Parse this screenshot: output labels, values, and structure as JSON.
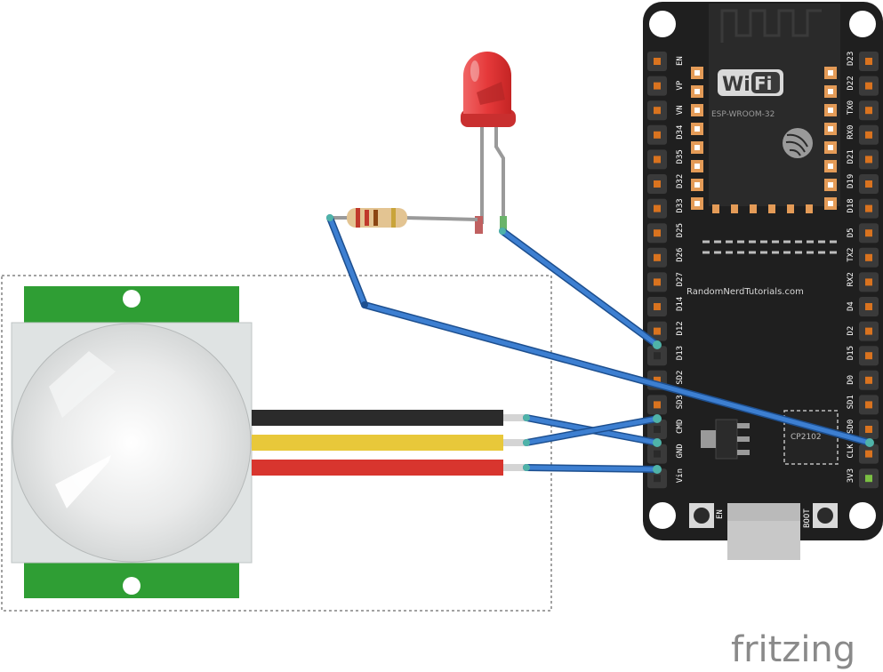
{
  "board": {
    "module_label": "ESP-WROOM-32",
    "wifi_text": "Wi",
    "wifi_text_fi": "Fi",
    "website": "RandomNerdTutorials.com",
    "chip_label": "CP2102",
    "button_en_label": "EN",
    "button_boot_label": "BOOT",
    "left_pins": [
      "EN",
      "VP",
      "VN",
      "D34",
      "D35",
      "D32",
      "D33",
      "D25",
      "D26",
      "D27",
      "D14",
      "D12",
      "D13",
      "SD2",
      "SD3",
      "CMD",
      "GND",
      "Vin"
    ],
    "right_pins": [
      "D23",
      "D22",
      "TX0",
      "RX0",
      "D21",
      "D19",
      "D18",
      "D5",
      "TX2",
      "RX2",
      "D4",
      "D2",
      "D15",
      "D0",
      "SD1",
      "SD0",
      "CLK",
      "3V3"
    ]
  },
  "watermark": {
    "text": "fritzing"
  },
  "colors": {
    "board": "#1f1f1f",
    "wire_blue": "#3d7fd1",
    "wire_black": "#2b2b2b",
    "wire_yellow": "#e8c83a",
    "wire_red": "#d8352e",
    "pcb_green": "#2f9e34",
    "led_red": "#e5393a",
    "pin_orange": "#d9731f"
  }
}
